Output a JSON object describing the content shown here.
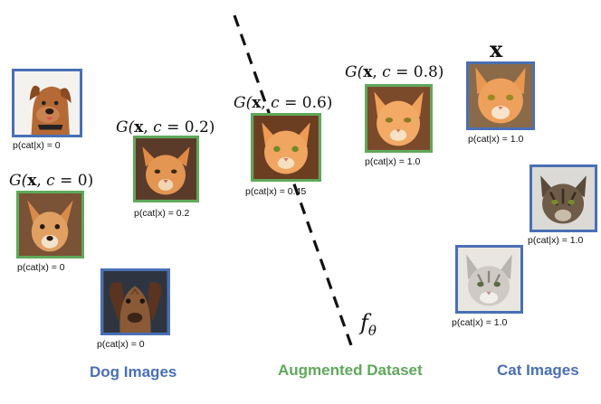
{
  "labels": {
    "x_var": "x",
    "c_eq": "c = ",
    "func_G": "G(",
    "close_paren": ")",
    "f_symbol": "f",
    "f_sub": "θ"
  },
  "tiles": {
    "dog_top": {
      "caption": "p(cat|x) = 0"
    },
    "dog_bottom": {
      "caption": "p(cat|x) = 0"
    },
    "aug_c0": {
      "caption": "p(cat|x) = 0",
      "c": "0"
    },
    "aug_c02": {
      "caption": "p(cat|x) = 0.2",
      "c": "0.2"
    },
    "aug_c06": {
      "caption": "p(cat|x) = 0.45",
      "c": "0.6"
    },
    "aug_c08": {
      "caption": "p(cat|x) = 1.0",
      "c": "0.8"
    },
    "cat_x": {
      "caption": "p(cat|x) = 1.0"
    },
    "cat_tabby": {
      "caption": "p(cat|x) = 1.0"
    },
    "cat_grey": {
      "caption": "p(cat|x) = 1.0"
    }
  },
  "groups": {
    "dog": "Dog Images",
    "augmented": "Augmented Dataset",
    "cat": "Cat Images"
  },
  "colors": {
    "dog_group": "#4a6fb5",
    "augmented_group": "#5fa85a",
    "cat_group": "#4a6fb5",
    "real_border": "#4a6fb5",
    "augmented_border": "#5fa85a"
  },
  "icons": {
    "dog_photo": "dog-photo-icon",
    "cat_photo": "cat-photo-icon"
  }
}
